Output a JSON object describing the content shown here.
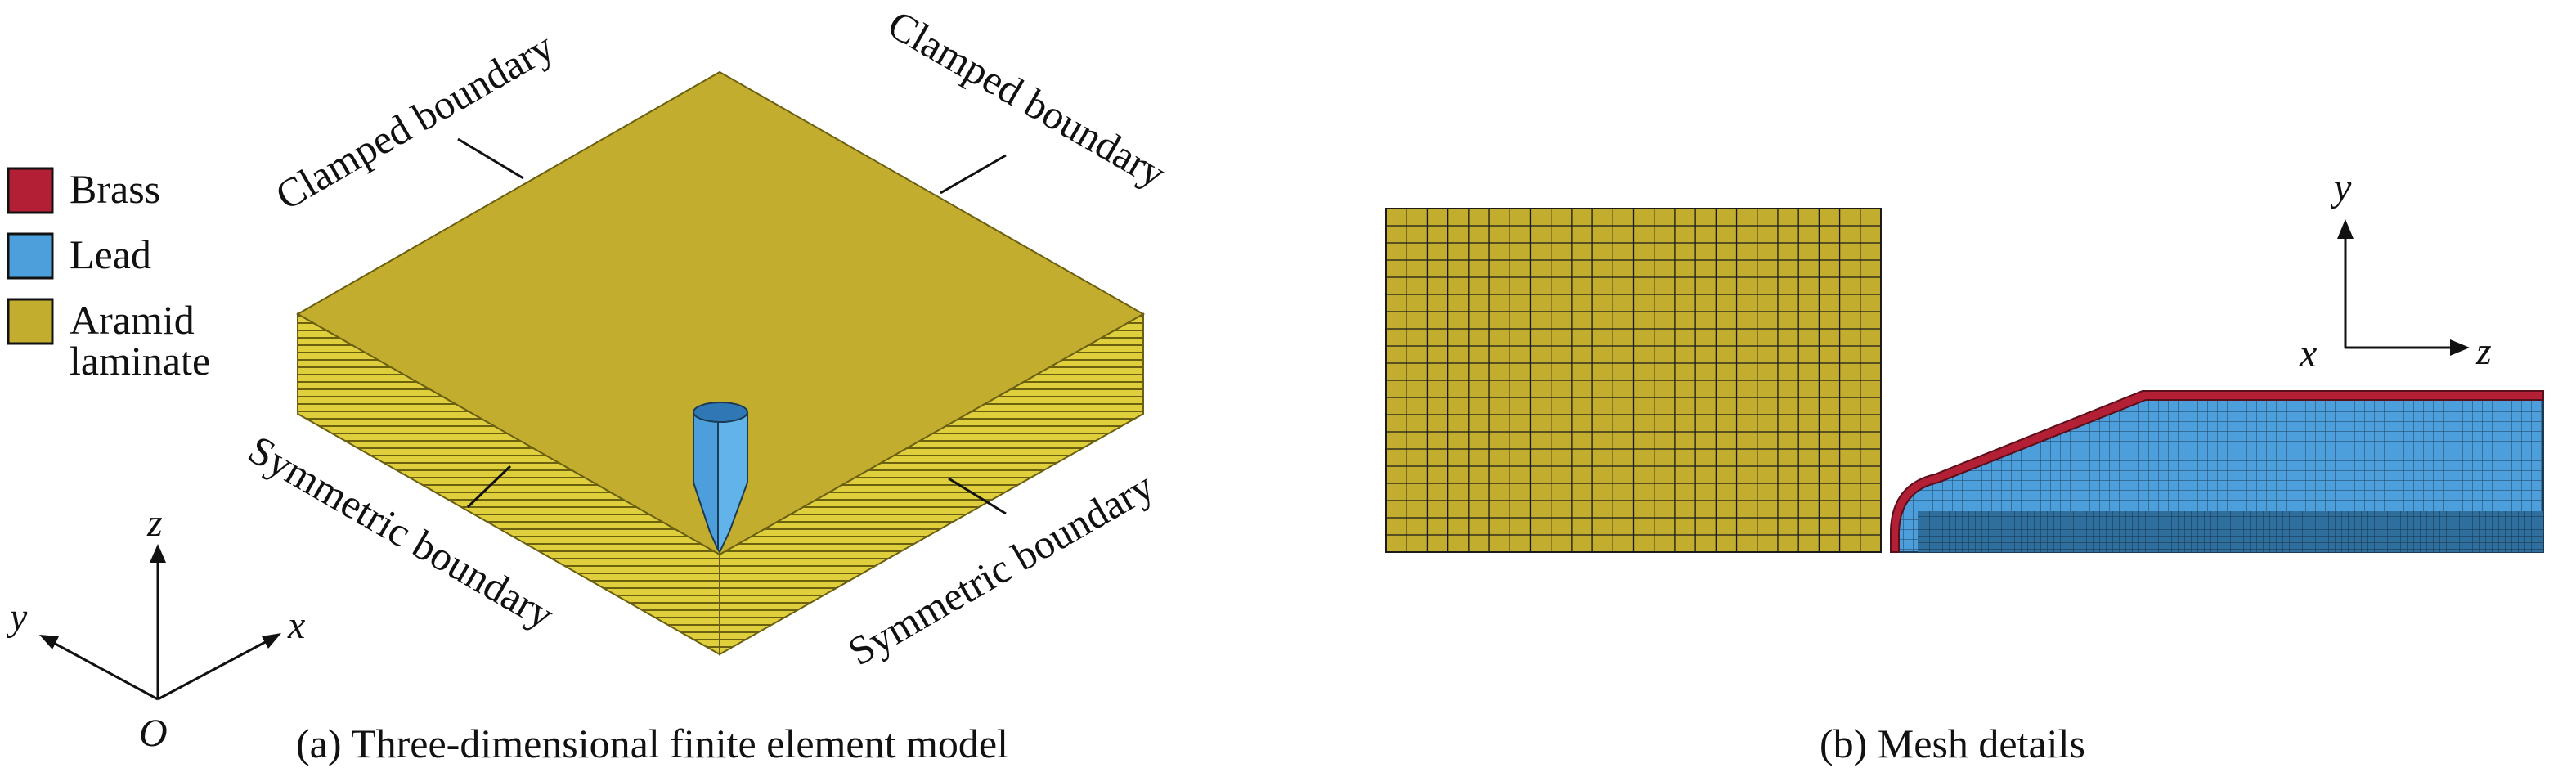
{
  "legend": [
    {
      "label": "Brass",
      "color": "#b31f35"
    },
    {
      "label": "Lead",
      "color": "#4d9fdc"
    },
    {
      "label": "Aramid\nlaminate",
      "color": "#c2ad2e"
    }
  ],
  "model": {
    "labels": {
      "clamped_left": "Clamped boundary",
      "clamped_right": "Clamped boundary",
      "symmetric_left": "Symmetric boundary",
      "symmetric_right": "Symmetric boundary"
    },
    "axes": {
      "z": "z",
      "y": "y",
      "x": "x",
      "origin": "O"
    },
    "caption": "(a) Three-dimensional finite element model"
  },
  "mesh": {
    "axes": {
      "y": "y",
      "x": "x",
      "z": "z"
    },
    "caption": "(b) Mesh details"
  },
  "colors": {
    "laminate_top": "#c2ad2e",
    "laminate_side": "#d8c63a",
    "lead": "#4d9fdc",
    "brass": "#b31f35",
    "mesh_line": "#1a1a1a"
  }
}
